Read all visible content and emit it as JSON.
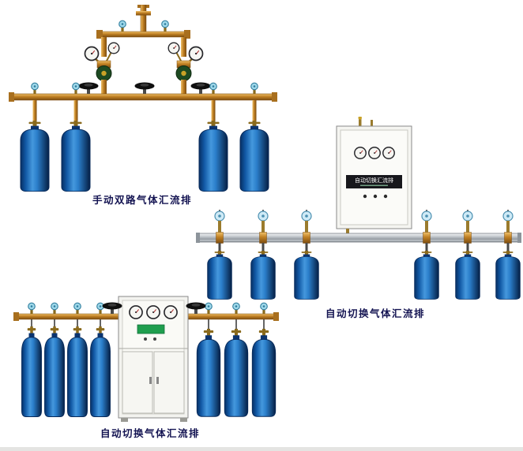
{
  "page": {
    "background": "#ffffff",
    "caption_color": "#141452"
  },
  "products": [
    {
      "id": "manual-dual-manifold",
      "caption": "手动双路气体汇流排",
      "cylinder_count": 4
    },
    {
      "id": "auto-switch-wall-manifold",
      "caption": "自动切换气体汇流排",
      "cabinet_label": "自动切换汇流排",
      "cylinder_count": 6
    },
    {
      "id": "auto-switch-floor-manifold",
      "caption": "自动切换气体汇流排",
      "cylinder_count": 7
    }
  ],
  "colors": {
    "cylinder_blue": "#2b7fcb",
    "brass_pipe": "#c08023",
    "rail_silver": "#c6cbd0",
    "cabinet_white": "#f5f5f1",
    "valve_knob_blue": "#9fd8ea"
  }
}
